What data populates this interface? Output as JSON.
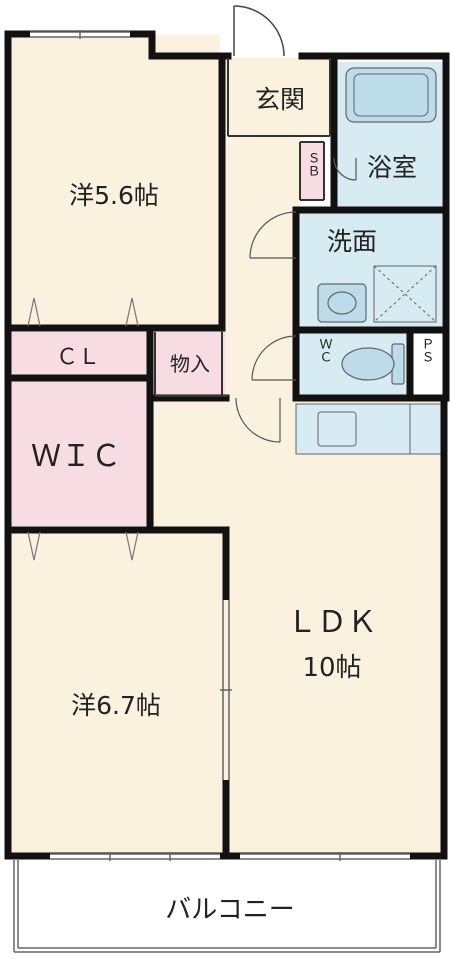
{
  "rooms": {
    "bedroom1": "洋5.6帖",
    "closet": "ＣＬ",
    "storage": "物入",
    "wic": "ＷＩＣ",
    "bedroom2": "洋6.7帖",
    "ldk_name": "ＬＤＫ",
    "ldk_size": "10帖",
    "entrance": "玄関",
    "bathroom": "浴室",
    "washroom": "洗面",
    "shoebox": "ＳＢ",
    "wc": "ＷＣ",
    "ps": "ＰＳ",
    "balcony": "バルコニー"
  },
  "colors": {
    "floor": "#fbf1df",
    "closet": "#f7dde3",
    "wet_area": "#d7ebf3",
    "fixture": "#bcdce9",
    "wall": "#111111",
    "balcony": "#ffffff"
  }
}
